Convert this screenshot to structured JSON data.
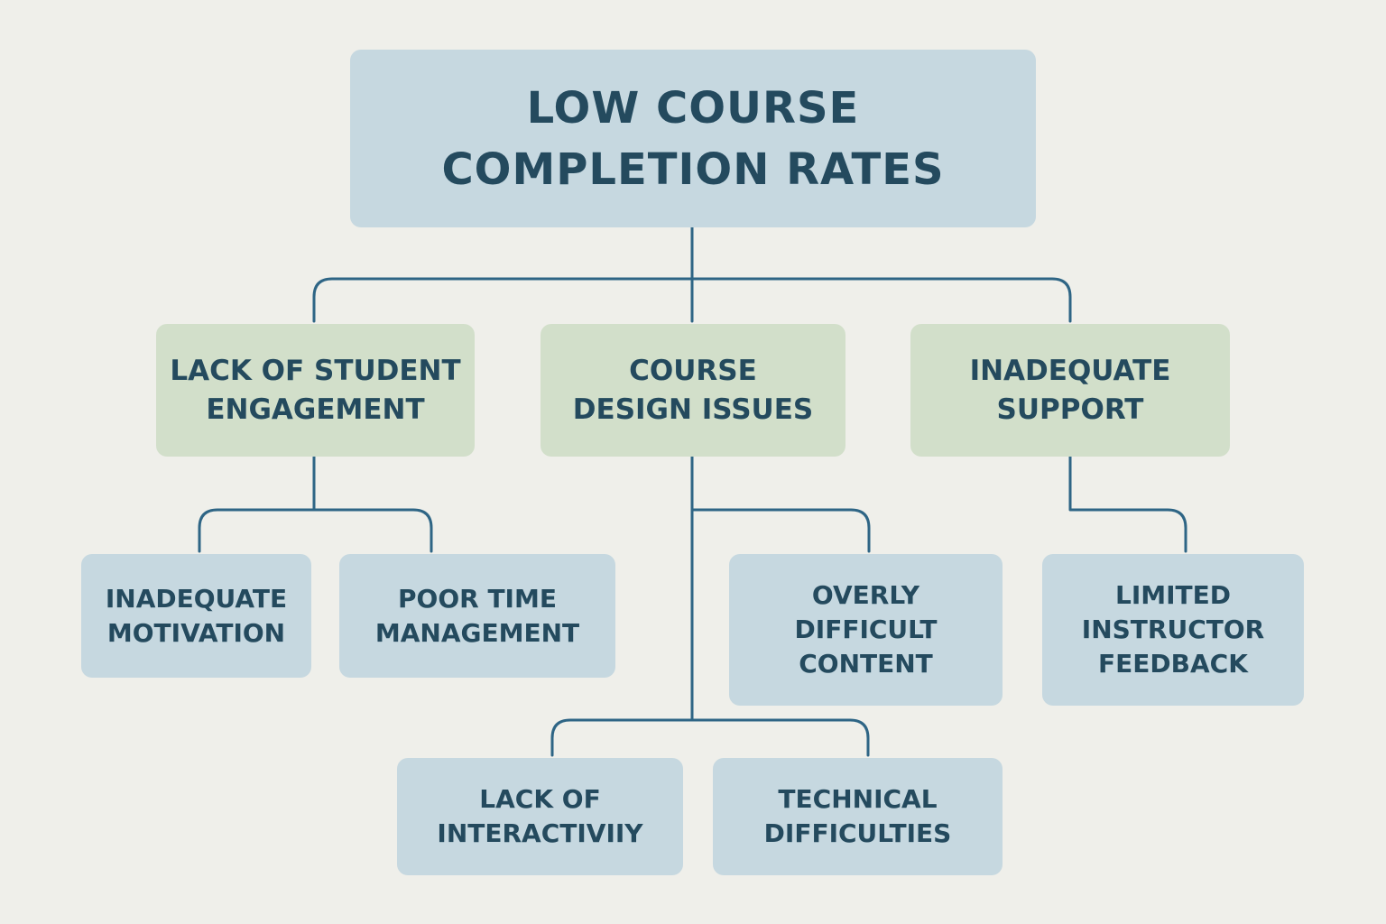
{
  "diagram": {
    "root": {
      "label": "LOW COURSE\nCOMPLETION RATES"
    },
    "categories": [
      {
        "label": "LACK OF STUDENT\nENGAGEMENT"
      },
      {
        "label": "COURSE\nDESIGN ISSUES"
      },
      {
        "label": "INADEQUATE\nSUPPORT"
      }
    ],
    "causes": [
      {
        "label": "INADEQUATE\nMOTIVATION",
        "parent": "LACK OF STUDENT ENGAGEMENT"
      },
      {
        "label": "POOR TIME\nMANAGEMENT",
        "parent": "LACK OF STUDENT ENGAGEMENT"
      },
      {
        "label": "OVERLY\nDIFFICULT\nCONTENT",
        "parent": "COURSE DESIGN ISSUES"
      },
      {
        "label": "LIMITED\nINSTRUCTOR\nFEEDBACK",
        "parent": "INADEQUATE SUPPORT"
      },
      {
        "label": "LACK OF\nINTERACTIVIIY",
        "parent": "COURSE DESIGN ISSUES"
      },
      {
        "label": "TECHNICAL\nDIFFICULTIES",
        "parent": "COURSE DESIGN ISSUES"
      }
    ]
  },
  "colors": {
    "background": "#efefea",
    "root_fill": "#c6d8e0",
    "category_fill": "#d2dfca",
    "cause_fill": "#c6d8e0",
    "text": "#244a5e",
    "connector": "#2e6585"
  }
}
